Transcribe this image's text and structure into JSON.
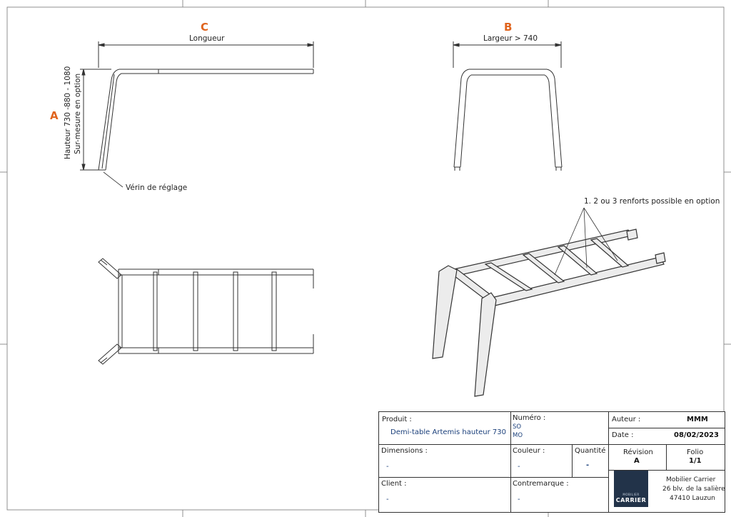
{
  "views": {
    "side": {
      "letter_c": "C",
      "longueur": "Longueur",
      "letter_a": "A",
      "hauteur": "Hauteur 730 -880 - 1080",
      "sur_mesure": "Sur-mesure en option",
      "verin": "Vérin de réglage"
    },
    "front": {
      "letter_b": "B",
      "largeur": "Largeur > 740"
    },
    "iso": {
      "renforts": "1. 2 ou 3 renforts possible en option"
    }
  },
  "title_block": {
    "produit_label": "Produit :",
    "produit_value": "Demi-table Artemis hauteur 730",
    "numero_label": "Numéro :",
    "numero_so": "SO",
    "numero_mo": "MO",
    "auteur_label": "Auteur :",
    "auteur_value": "MMM",
    "date_label": "Date :",
    "date_value": "08/02/2023",
    "dimensions_label": "Dimensions :",
    "dimensions_value": "-",
    "couleur_label": "Couleur :",
    "couleur_value": "-",
    "quantite_label": "Quantité",
    "quantite_value": "-",
    "revision_label": "Révision",
    "revision_value": "A",
    "folio_label": "Folio",
    "folio_value": "1/1",
    "client_label": "Client :",
    "client_value": "-",
    "contremarque_label": "Contremarque :",
    "contremarque_value": "-",
    "logo_small": "MOBILIER",
    "logo_big": "CARRIER",
    "company_name": "Mobilier Carrier",
    "company_street": "26 blv. de la salière",
    "company_city": "47410 Lauzun"
  },
  "colors": {
    "accent": "#e0641e",
    "value_blue": "#1a3f7a",
    "logo_bg": "#223349"
  }
}
